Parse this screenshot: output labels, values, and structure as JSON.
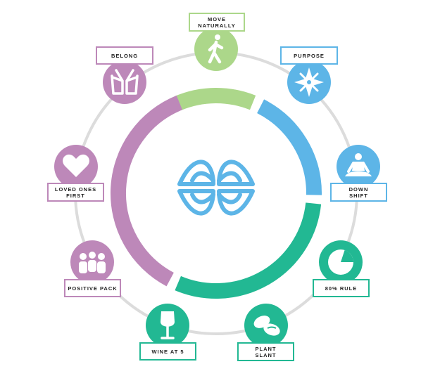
{
  "colors": {
    "green": "#acd78a",
    "blue": "#5db5e7",
    "teal": "#22b893",
    "purple": "#bd88b9",
    "outer_ring": "#dcdcdc",
    "label_text": "#222222"
  },
  "center_icon": "blue-zones-leaf-cross-logo",
  "segments": [
    {
      "name": "green-arc",
      "color": "green"
    },
    {
      "name": "blue-arc",
      "color": "blue"
    },
    {
      "name": "teal-arc",
      "color": "teal"
    },
    {
      "name": "purple-arc",
      "color": "purple"
    }
  ],
  "nodes": [
    {
      "id": "move-naturally",
      "label": "MOVE\nNATURALLY",
      "color": "green",
      "icon": "walking-person-icon"
    },
    {
      "id": "purpose",
      "label": "PURPOSE",
      "color": "blue",
      "icon": "compass-star-icon"
    },
    {
      "id": "down-shift",
      "label": "DOWN\nSHIFT",
      "color": "blue",
      "icon": "meditating-person-icon"
    },
    {
      "id": "80-rule",
      "label": "80% RULE",
      "color": "teal",
      "icon": "pie-chart-icon"
    },
    {
      "id": "plant-slant",
      "label": "PLANT\nSLANT",
      "color": "teal",
      "icon": "beans-icon"
    },
    {
      "id": "wine-at-5",
      "label": "WINE AT 5",
      "color": "teal",
      "icon": "wine-glass-icon"
    },
    {
      "id": "positive-pack",
      "label": "POSITIVE PACK",
      "color": "purple",
      "icon": "group-of-people-icon"
    },
    {
      "id": "loved-ones-first",
      "label": "LOVED ONES\nFIRST",
      "color": "purple",
      "icon": "heart-icon"
    },
    {
      "id": "belong",
      "label": "BELONG",
      "color": "purple",
      "icon": "open-hands-icon"
    }
  ]
}
